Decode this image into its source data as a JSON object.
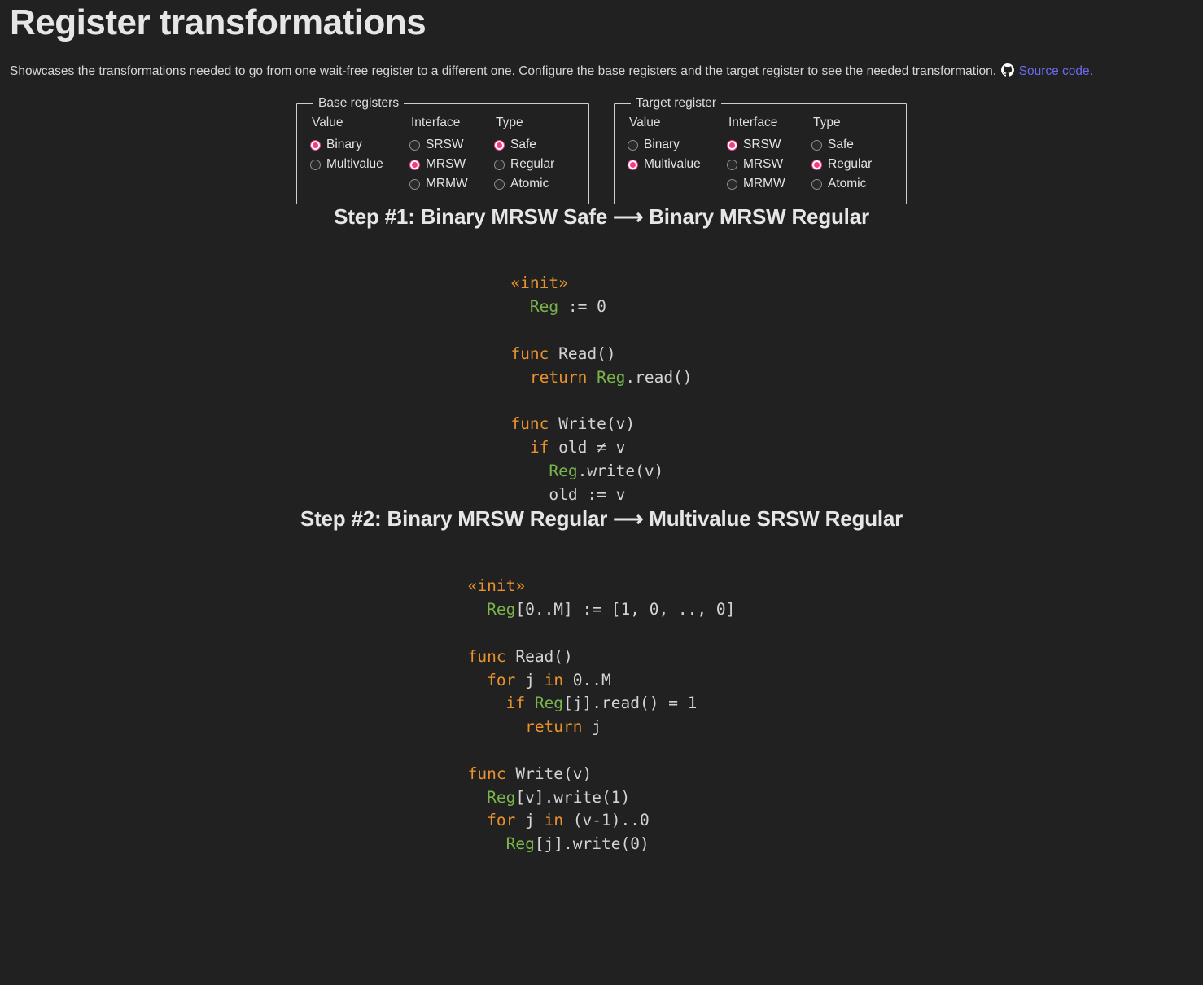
{
  "header": {
    "title": "Register transformations",
    "intro_before": "Showcases the transformations needed to go from one wait-free register to a different one. Configure the base registers and the target register to see the needed transformation.",
    "source_link_label": "Source code",
    "intro_after": ".",
    "github_icon": "github-icon",
    "link_color": "#6a6af0"
  },
  "controls": {
    "accent_color": "#f03f86",
    "base": {
      "legend": "Base registers",
      "groups": [
        {
          "name": "value",
          "heading": "Value",
          "options": [
            {
              "label": "Binary",
              "selected": true
            },
            {
              "label": "Multivalue",
              "selected": false
            }
          ]
        },
        {
          "name": "interface",
          "heading": "Interface",
          "options": [
            {
              "label": "SRSW",
              "selected": false
            },
            {
              "label": "MRSW",
              "selected": true
            },
            {
              "label": "MRMW",
              "selected": false
            }
          ]
        },
        {
          "name": "type",
          "heading": "Type",
          "options": [
            {
              "label": "Safe",
              "selected": true
            },
            {
              "label": "Regular",
              "selected": false
            },
            {
              "label": "Atomic",
              "selected": false
            }
          ]
        }
      ]
    },
    "target": {
      "legend": "Target register",
      "groups": [
        {
          "name": "value",
          "heading": "Value",
          "options": [
            {
              "label": "Binary",
              "selected": false
            },
            {
              "label": "Multivalue",
              "selected": true
            }
          ]
        },
        {
          "name": "interface",
          "heading": "Interface",
          "options": [
            {
              "label": "SRSW",
              "selected": true
            },
            {
              "label": "MRSW",
              "selected": false
            },
            {
              "label": "MRMW",
              "selected": false
            }
          ]
        },
        {
          "name": "type",
          "heading": "Type",
          "options": [
            {
              "label": "Safe",
              "selected": false
            },
            {
              "label": "Regular",
              "selected": true
            },
            {
              "label": "Atomic",
              "selected": false
            }
          ]
        }
      ]
    }
  },
  "steps": [
    {
      "title": "Step #1: Binary MRSW Safe ⟶ Binary MRSW Regular",
      "from": "Binary MRSW Safe",
      "to": "Binary MRSW Regular",
      "code": [
        [
          {
            "t": "«init»",
            "c": "kw"
          }
        ],
        [
          {
            "t": "  ",
            "c": "pl"
          },
          {
            "t": "Reg",
            "c": "id"
          },
          {
            "t": " := 0",
            "c": "pl"
          }
        ],
        [
          {
            "t": "",
            "c": "pl"
          }
        ],
        [
          {
            "t": "func",
            "c": "kw"
          },
          {
            "t": " Read()",
            "c": "pl"
          }
        ],
        [
          {
            "t": "  ",
            "c": "pl"
          },
          {
            "t": "return",
            "c": "kw"
          },
          {
            "t": " ",
            "c": "pl"
          },
          {
            "t": "Reg",
            "c": "id"
          },
          {
            "t": ".read()",
            "c": "pl"
          }
        ],
        [
          {
            "t": "",
            "c": "pl"
          }
        ],
        [
          {
            "t": "func",
            "c": "kw"
          },
          {
            "t": " Write(v)",
            "c": "pl"
          }
        ],
        [
          {
            "t": "  ",
            "c": "pl"
          },
          {
            "t": "if",
            "c": "kw"
          },
          {
            "t": " old ≠ v",
            "c": "pl"
          }
        ],
        [
          {
            "t": "    ",
            "c": "pl"
          },
          {
            "t": "Reg",
            "c": "id"
          },
          {
            "t": ".write(v)",
            "c": "pl"
          }
        ],
        [
          {
            "t": "    old := v",
            "c": "pl"
          }
        ]
      ]
    },
    {
      "title": "Step #2: Binary MRSW Regular ⟶ Multivalue SRSW Regular",
      "from": "Binary MRSW Regular",
      "to": "Multivalue SRSW Regular",
      "code": [
        [
          {
            "t": "«init»",
            "c": "kw"
          }
        ],
        [
          {
            "t": "  ",
            "c": "pl"
          },
          {
            "t": "Reg",
            "c": "id"
          },
          {
            "t": "[0..M] := [1, 0, .., 0]",
            "c": "pl"
          }
        ],
        [
          {
            "t": "",
            "c": "pl"
          }
        ],
        [
          {
            "t": "func",
            "c": "kw"
          },
          {
            "t": " Read()",
            "c": "pl"
          }
        ],
        [
          {
            "t": "  ",
            "c": "pl"
          },
          {
            "t": "for",
            "c": "kw"
          },
          {
            "t": " j ",
            "c": "pl"
          },
          {
            "t": "in",
            "c": "kw"
          },
          {
            "t": " 0..M",
            "c": "pl"
          }
        ],
        [
          {
            "t": "    ",
            "c": "pl"
          },
          {
            "t": "if",
            "c": "kw"
          },
          {
            "t": " ",
            "c": "pl"
          },
          {
            "t": "Reg",
            "c": "id"
          },
          {
            "t": "[j].read() = 1",
            "c": "pl"
          }
        ],
        [
          {
            "t": "      ",
            "c": "pl"
          },
          {
            "t": "return",
            "c": "kw"
          },
          {
            "t": " j",
            "c": "pl"
          }
        ],
        [
          {
            "t": "",
            "c": "pl"
          }
        ],
        [
          {
            "t": "func",
            "c": "kw"
          },
          {
            "t": " Write(v)",
            "c": "pl"
          }
        ],
        [
          {
            "t": "  ",
            "c": "pl"
          },
          {
            "t": "Reg",
            "c": "id"
          },
          {
            "t": "[v].write(1)",
            "c": "pl"
          }
        ],
        [
          {
            "t": "  ",
            "c": "pl"
          },
          {
            "t": "for",
            "c": "kw"
          },
          {
            "t": " j ",
            "c": "pl"
          },
          {
            "t": "in",
            "c": "kw"
          },
          {
            "t": " (v-1)..0",
            "c": "pl"
          }
        ],
        [
          {
            "t": "    ",
            "c": "pl"
          },
          {
            "t": "Reg",
            "c": "id"
          },
          {
            "t": "[j].write(0)",
            "c": "pl"
          }
        ]
      ]
    }
  ]
}
